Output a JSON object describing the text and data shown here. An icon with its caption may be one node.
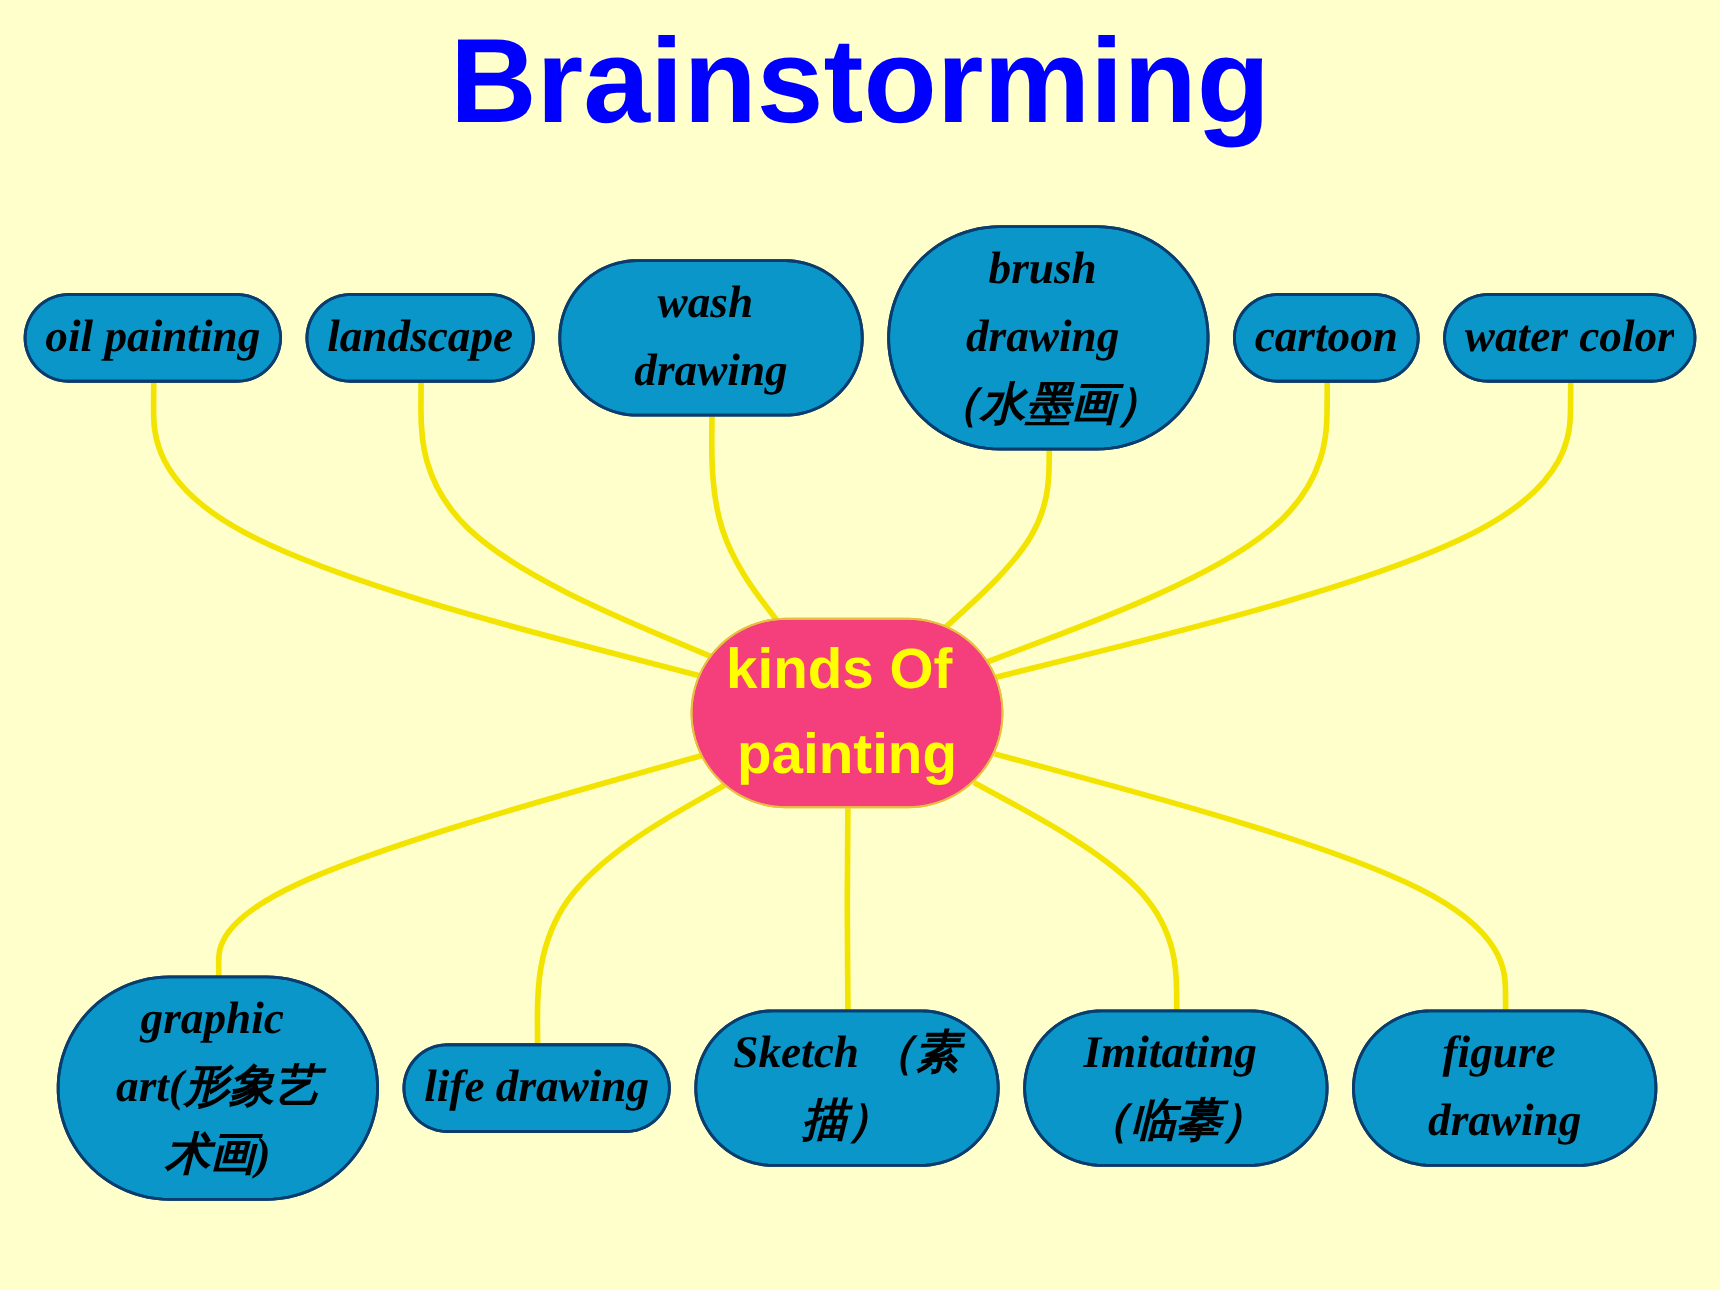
{
  "diagram": {
    "title": "Brainstorming",
    "nodes": [
      {
        "text": [
          "kinds Of painting"
        ]
      },
      {
        "text": [
          "oil painting"
        ]
      },
      {
        "text": [
          "landscape"
        ]
      },
      {
        "text": [
          "wash drawing"
        ]
      },
      {
        "text": [
          "graphic art(形象艺术画)"
        ]
      },
      {
        "text": [
          "life drawing"
        ]
      },
      {
        "text": [
          "Sketch （素描）"
        ]
      },
      {
        "text": [
          "Imitating （临摹）"
        ]
      },
      {
        "text": [
          "figure drawing"
        ]
      },
      {
        "text": [
          "brush drawing （水墨画）"
        ]
      },
      {
        "text": [
          "cartoon"
        ]
      },
      {
        "text": [
          "water color"
        ]
      }
    ],
    "edges": [
      {
        "from": 1,
        "to": 0,
        "arrow": "none"
      },
      {
        "from": 2,
        "to": 0,
        "arrow": "none"
      },
      {
        "from": 3,
        "to": 0,
        "arrow": "none"
      },
      {
        "from": 0,
        "to": 4,
        "arrow": "none"
      },
      {
        "from": 0,
        "to": 5,
        "arrow": "none"
      },
      {
        "from": 0,
        "to": 6,
        "arrow": "none"
      },
      {
        "from": 0,
        "to": 7,
        "arrow": "none"
      },
      {
        "from": 0,
        "to": 8,
        "arrow": "none"
      },
      {
        "from": 9,
        "to": 0,
        "arrow": "none"
      },
      {
        "from": 10,
        "to": 0,
        "arrow": "none"
      },
      {
        "from": 11,
        "to": 0,
        "arrow": "none"
      }
    ]
  }
}
